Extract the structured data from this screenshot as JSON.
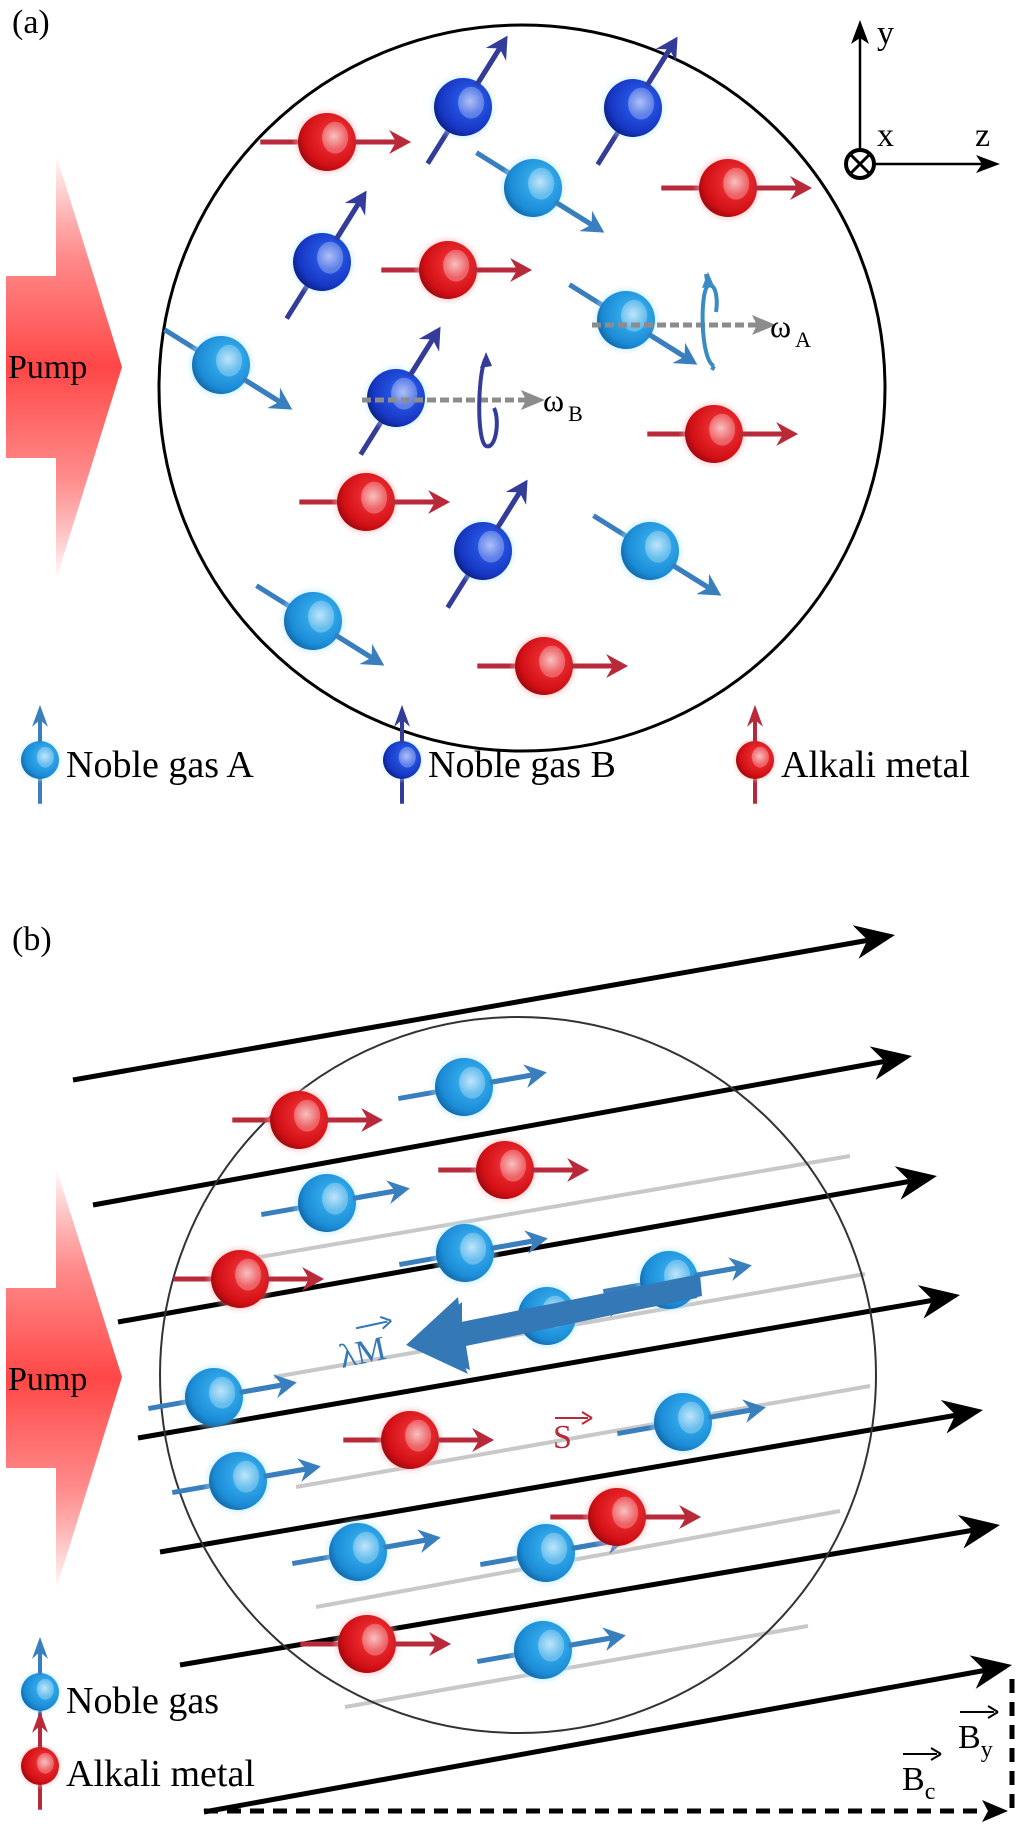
{
  "panel_a": {
    "label": "(a)",
    "pump_label": "Pump",
    "axes": {
      "y": "y",
      "x": "x",
      "z": "z"
    },
    "omega_a": {
      "symbol": "ω",
      "subscript": "A"
    },
    "omega_b": {
      "symbol": "ω",
      "subscript": "B"
    },
    "atoms": [
      {
        "type": "alkali",
        "spin": "right"
      },
      {
        "type": "noble_b",
        "spin": "up-right"
      },
      {
        "type": "noble_b",
        "spin": "up-right"
      },
      {
        "type": "noble_a",
        "spin": "down-right"
      },
      {
        "type": "alkali",
        "spin": "right"
      },
      {
        "type": "noble_b",
        "spin": "up-right"
      },
      {
        "type": "alkali",
        "spin": "right"
      },
      {
        "type": "noble_a",
        "spin": "down-right"
      },
      {
        "type": "noble_a",
        "spin": "down-right"
      },
      {
        "type": "noble_b",
        "spin": "up-right"
      },
      {
        "type": "alkali",
        "spin": "right"
      },
      {
        "type": "alkali",
        "spin": "right"
      },
      {
        "type": "noble_b",
        "spin": "up-right"
      },
      {
        "type": "noble_a",
        "spin": "down-right"
      },
      {
        "type": "noble_a",
        "spin": "down-right"
      },
      {
        "type": "alkali",
        "spin": "right"
      }
    ],
    "legend": [
      {
        "type": "noble_a",
        "label": "Noble gas A"
      },
      {
        "type": "noble_b",
        "label": "Noble gas B"
      },
      {
        "type": "alkali",
        "label": "Alkali metal"
      }
    ]
  },
  "panel_b": {
    "label": "(b)",
    "pump_label": "Pump",
    "magnetization_label": {
      "prefix": "λ",
      "vector": "M"
    },
    "spin_label": {
      "vector": "S"
    },
    "field_labels": {
      "by": {
        "vector": "B",
        "subscript": "y"
      },
      "bc": {
        "vector": "B",
        "subscript": "c"
      }
    },
    "atoms": [
      {
        "type": "alkali"
      },
      {
        "type": "noble"
      },
      {
        "type": "alkali"
      },
      {
        "type": "noble"
      },
      {
        "type": "alkali"
      },
      {
        "type": "noble"
      },
      {
        "type": "noble"
      },
      {
        "type": "noble"
      },
      {
        "type": "noble"
      },
      {
        "type": "alkali"
      },
      {
        "type": "noble"
      },
      {
        "type": "noble"
      },
      {
        "type": "noble"
      },
      {
        "type": "noble"
      },
      {
        "type": "alkali"
      },
      {
        "type": "alkali"
      },
      {
        "type": "noble"
      }
    ],
    "legend": [
      {
        "type": "noble",
        "label": "Noble gas"
      },
      {
        "type": "alkali",
        "label": "Alkali metal"
      }
    ]
  },
  "colors": {
    "alkali": "#e0161b",
    "alkali_arrow": "#b82a3a",
    "noble_a": "#1d8fdc",
    "noble_a_arrow": "#3a7fbd",
    "noble_b": "#1a3fcc",
    "noble_b_arrow": "#343c9a",
    "pump": "#ff4b4b",
    "field_line": "#000000",
    "inner_line": "#c8c8c8",
    "magnetization": "#3478b5",
    "omega_dash": "#8c8c8c"
  }
}
